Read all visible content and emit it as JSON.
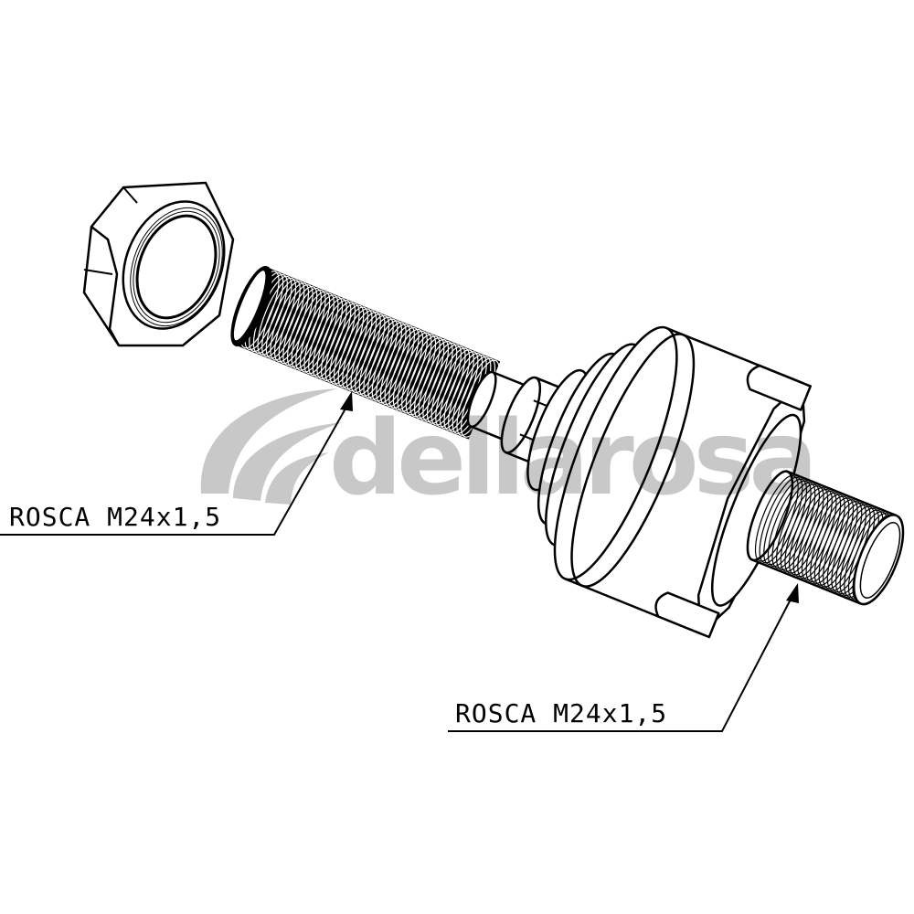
{
  "labels": {
    "left_thread": "ROSCA M24x1,5",
    "right_thread": "ROSCA M24x1,5"
  },
  "watermark": {
    "brand": "dellarosa",
    "color": "#c8c8c8"
  },
  "parts": [
    "lock-nut",
    "threaded-rod",
    "housing",
    "threaded-stud"
  ]
}
